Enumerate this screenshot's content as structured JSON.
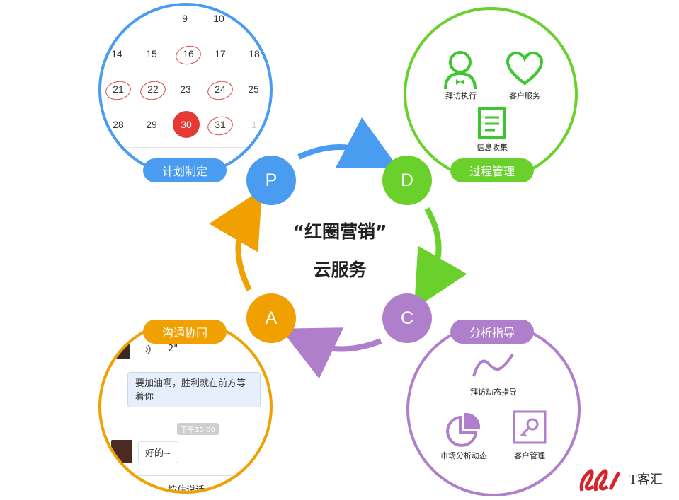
{
  "center": {
    "title": "“红圈营销”",
    "subtitle": "云服务"
  },
  "nodes": {
    "p": "P",
    "d": "D",
    "c": "C",
    "a": "A"
  },
  "sections": {
    "plan": {
      "label": "计划制定"
    },
    "process": {
      "label": "过程管理",
      "items": [
        "拜访执行",
        "客户服务",
        "信息收集"
      ]
    },
    "analysis": {
      "label": "分析指导",
      "items": [
        "拜访动态指导",
        "市场分析动态",
        "客户管理"
      ]
    },
    "communication": {
      "label": "沟通协同",
      "voice_duration": "2\"",
      "message": "要加油啊，胜利就在前方等着你",
      "time": "下午15:00",
      "reply": "好的~",
      "hold_to_talk": "按住说话"
    }
  },
  "calendar": {
    "row0": [
      "9",
      "10"
    ],
    "row1": [
      "14",
      "15",
      "16",
      "17",
      "18"
    ],
    "row2": [
      "21",
      "22",
      "23",
      "24",
      "25"
    ],
    "row3": [
      "28",
      "29",
      "30",
      "31",
      "1"
    ]
  },
  "logo": {
    "text": "T客汇"
  },
  "colors": {
    "blue": "#4a9cf0",
    "green": "#6ad12c",
    "purple": "#b07fcb",
    "orange": "#f0a000",
    "red": "#e53935"
  }
}
